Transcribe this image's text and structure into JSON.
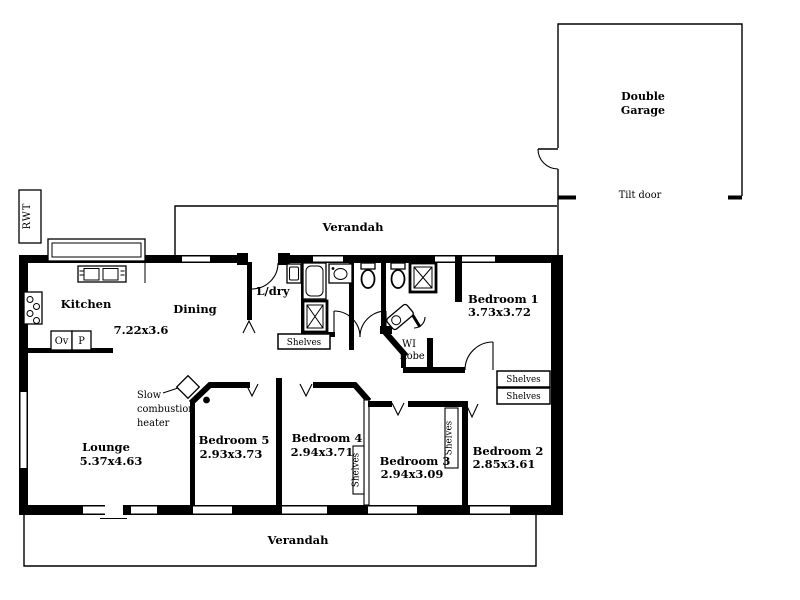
{
  "plan": {
    "garage": {
      "name_line1": "Double",
      "name_line2": "Garage",
      "door_label": "Tilt door"
    },
    "verandah_top": "Verandah",
    "verandah_bottom": "Verandah",
    "rwt": "RWT",
    "rooms": {
      "kitchen": {
        "name": "Kitchen",
        "dims": "7.22x3.6"
      },
      "dining": {
        "name": "Dining"
      },
      "laundry": {
        "name": "L/dry"
      },
      "lounge": {
        "name": "Lounge",
        "dims": "5.37x4.63"
      },
      "bedroom1": {
        "name": "Bedroom 1",
        "dims": "3.73x3.72"
      },
      "bedroom2": {
        "name": "Bedroom 2",
        "dims": "2.85x3.61"
      },
      "bedroom3": {
        "name": "Bedroom 3",
        "dims": "2.94x3.09"
      },
      "bedroom4": {
        "name": "Bedroom 4",
        "dims": "2.94x3.71"
      },
      "bedroom5": {
        "name": "Bedroom 5",
        "dims": "2.93x3.73"
      },
      "wir": {
        "line1": "WI",
        "line2": "Robe"
      }
    },
    "labels": {
      "oven": "Ov",
      "pantry": "P",
      "shelves": "Shelves",
      "heater_line1": "Slow",
      "heater_line2": "combustion",
      "heater_line3": "heater"
    },
    "colors": {
      "ink": "#000000",
      "paper": "#ffffff"
    }
  }
}
